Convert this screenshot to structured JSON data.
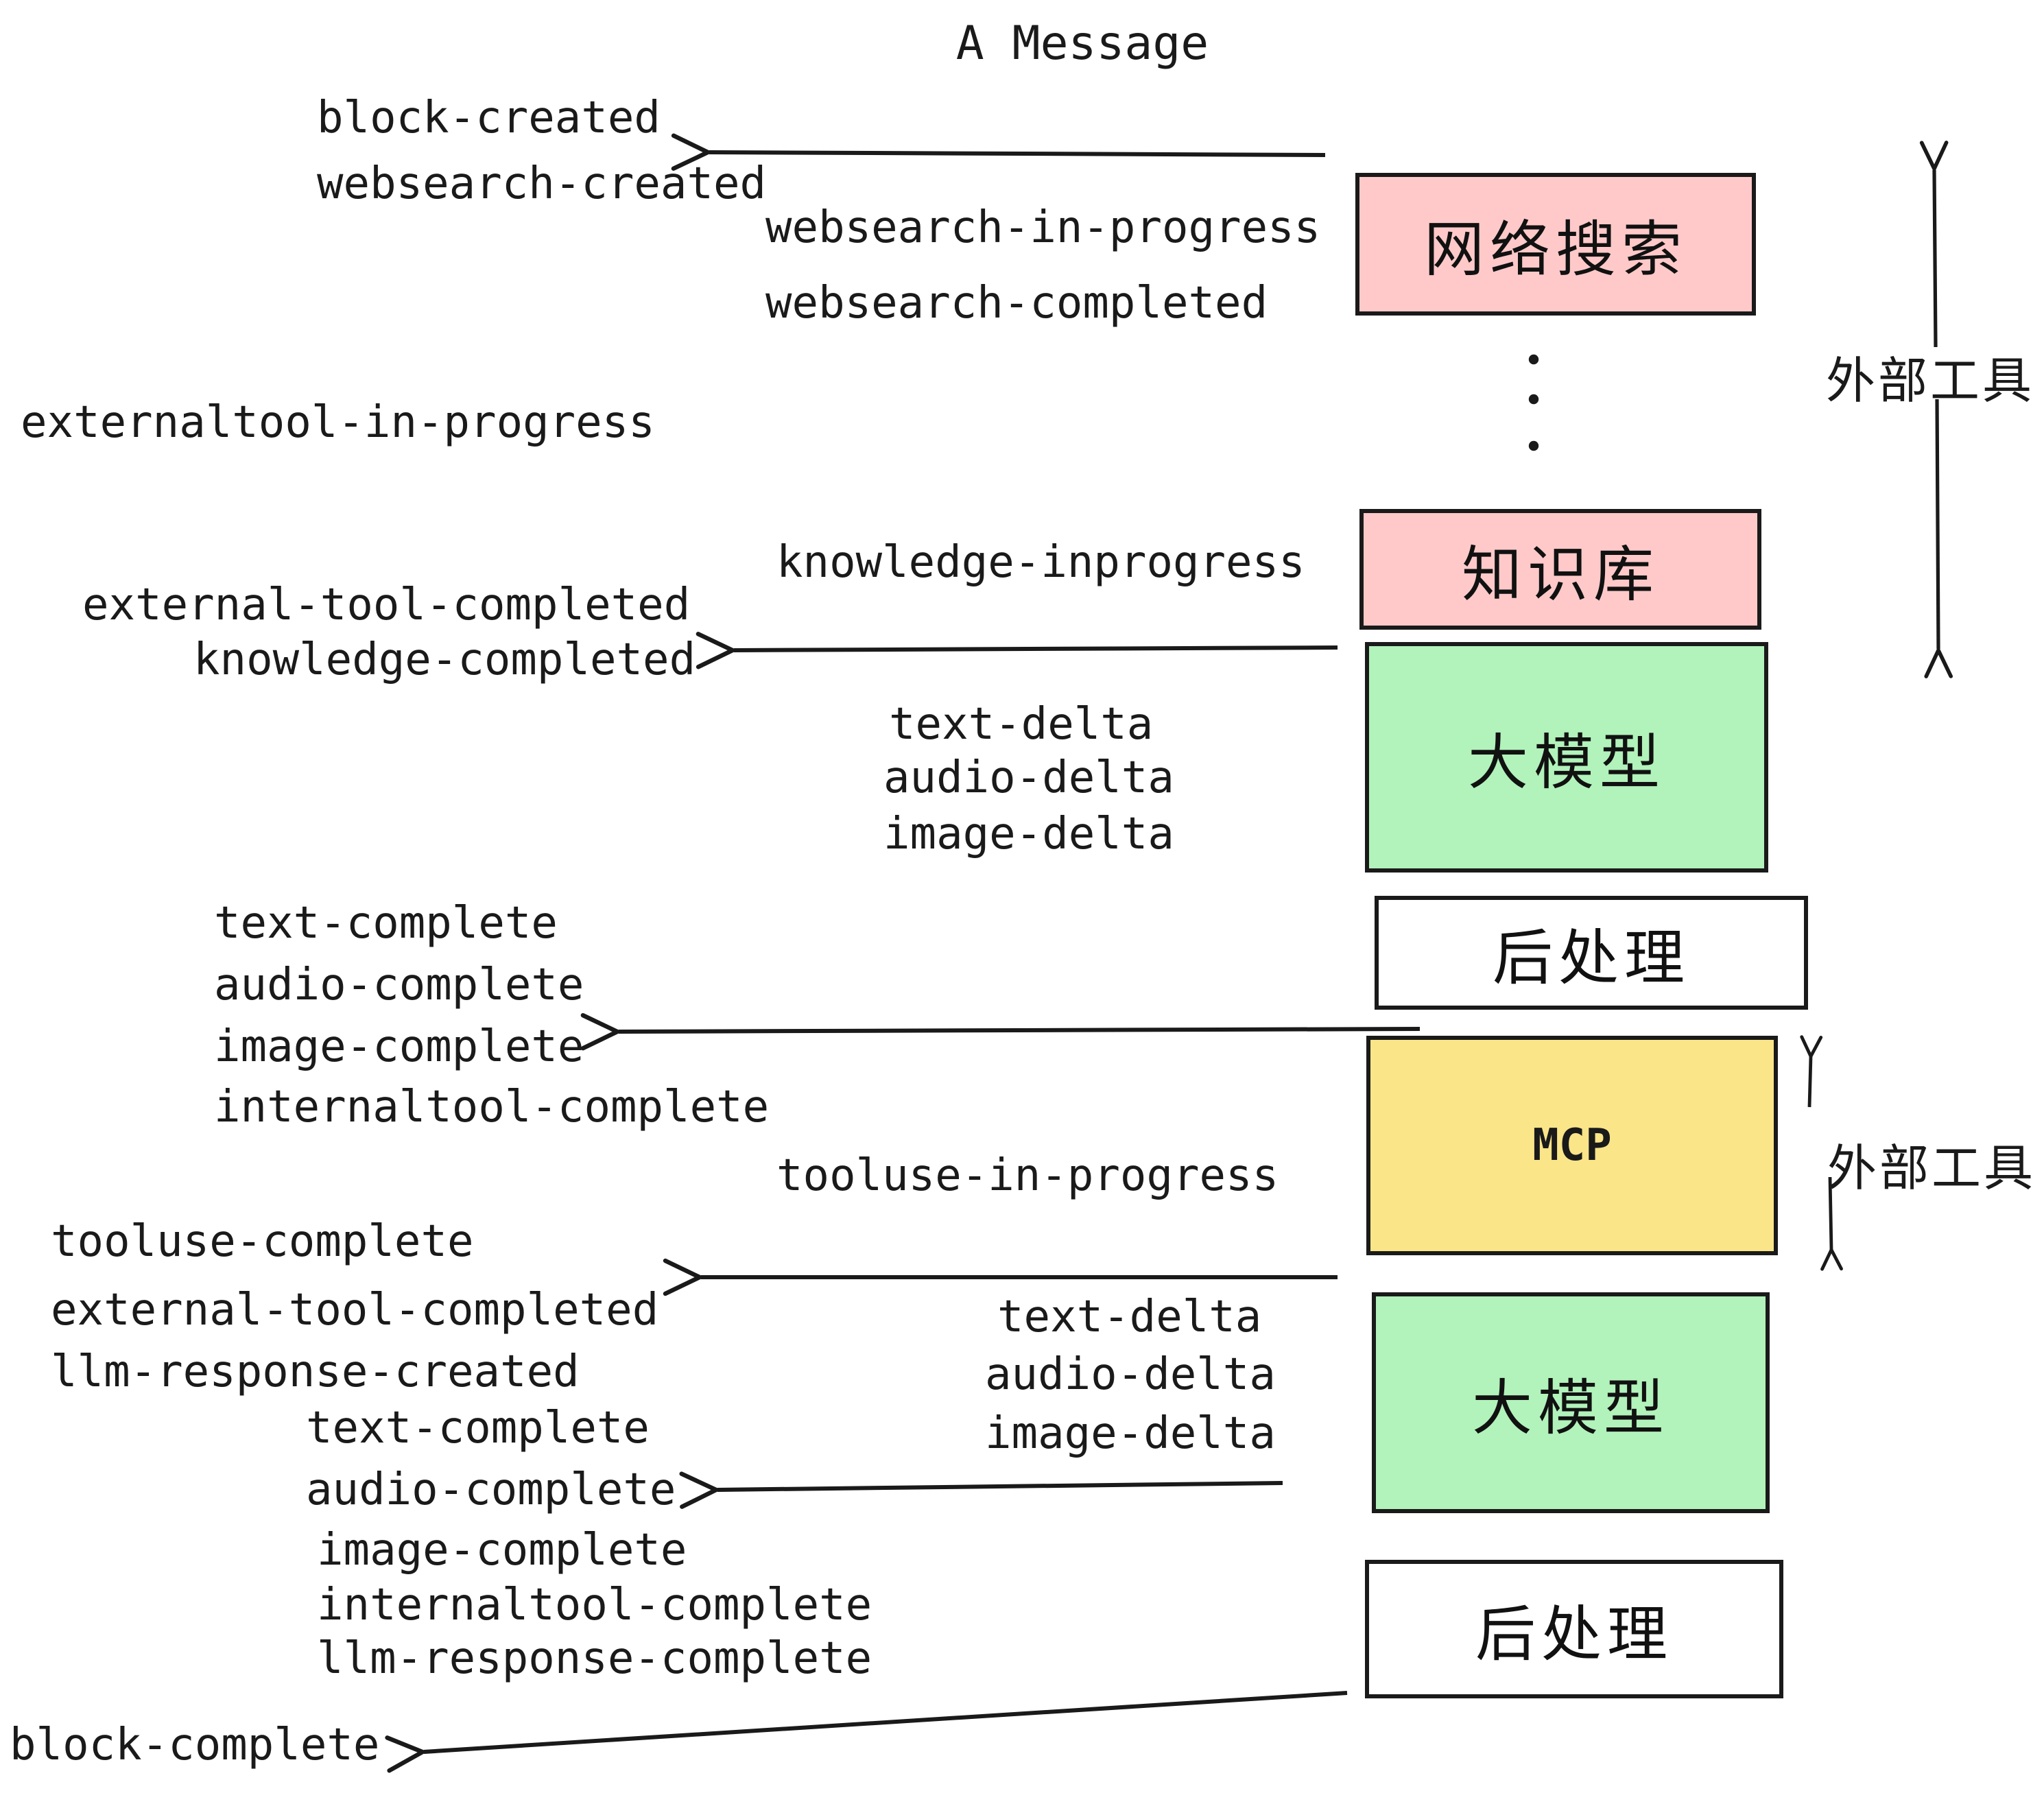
{
  "title": "A Message",
  "colors": {
    "ink": "#1a1a1a",
    "pink": "#ffc9c9",
    "green": "#b2f2bb",
    "yellow": "#fae588",
    "white": "#ffffff"
  },
  "boxes": {
    "websearch": {
      "label": "网络搜索",
      "color": "#ffc9c9"
    },
    "knowledge": {
      "label": "知识库",
      "color": "#ffc9c9"
    },
    "llm1": {
      "label": "大模型",
      "color": "#b2f2bb"
    },
    "post1": {
      "label": "后处理",
      "color": "#ffffff"
    },
    "mcp": {
      "label": "MCP",
      "color": "#fae588"
    },
    "llm2": {
      "label": "大模型",
      "color": "#b2f2bb"
    },
    "post2": {
      "label": "后处理",
      "color": "#ffffff"
    }
  },
  "annotations": {
    "external_tools_top": "外部工具",
    "external_tools_bottom": "外部工具"
  },
  "events": {
    "block_created": "block-created",
    "websearch_created": "websearch-created",
    "websearch_in_progress": "websearch-in-progress",
    "websearch_completed": "websearch-completed",
    "externaltool_in_progress": "externaltool-in-progress",
    "knowledge_inprogress": "knowledge-inprogress",
    "external_tool_completed_1": "external-tool-completed",
    "knowledge_completed": "knowledge-completed",
    "text_delta_1": "text-delta",
    "audio_delta_1": "audio-delta",
    "image_delta_1": "image-delta",
    "text_complete_1": "text-complete",
    "audio_complete_1": "audio-complete",
    "image_complete_1": "image-complete",
    "internaltool_complete_1": "internaltool-complete",
    "tooluse_in_progress": "tooluse-in-progress",
    "tooluse_complete": "tooluse-complete",
    "external_tool_completed_2": "external-tool-completed",
    "llm_response_created": "llm-response-created",
    "text_complete_2": "text-complete",
    "audio_complete_2": "audio-complete",
    "image_complete_2": "image-complete",
    "text_delta_2": "text-delta",
    "audio_delta_2": "audio-delta",
    "image_delta_2": "image-delta",
    "internaltool_complete_2": "internaltool-complete",
    "llm_response_complete": "llm-response-complete",
    "block_complete": "block-complete"
  }
}
